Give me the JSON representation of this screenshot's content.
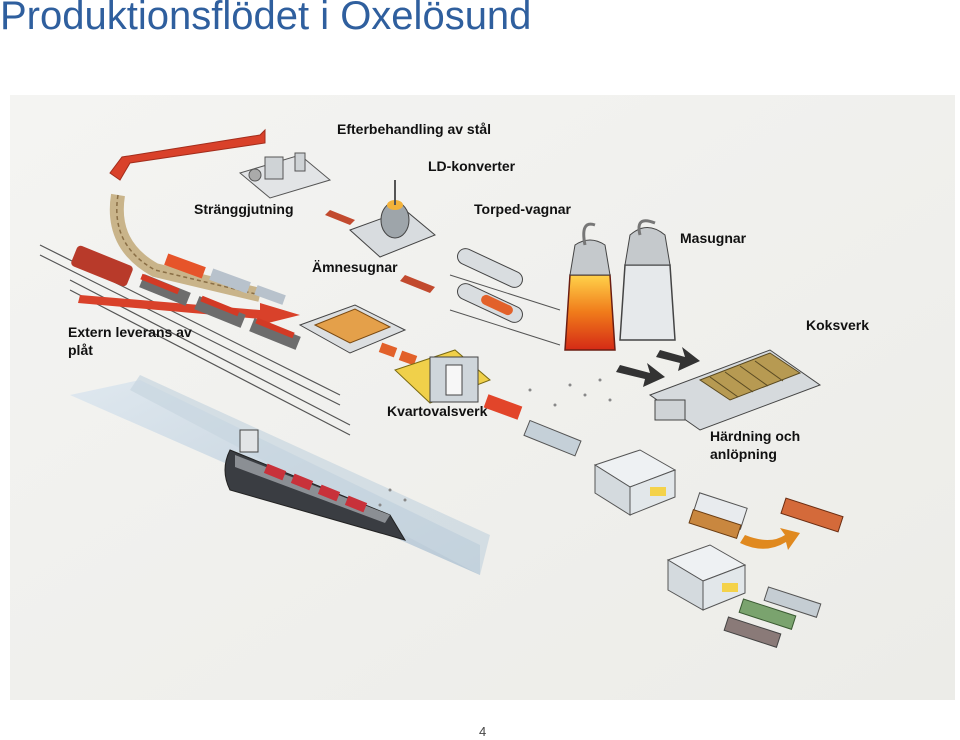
{
  "title": "Produktionsflödet i Oxelösund",
  "labels": {
    "efterbehandling": "Efterbehandling av stål",
    "ld_konverter": "LD-konverter",
    "stranggjutning": "Stränggjutning",
    "torped_vagnar": "Torped-vagnar",
    "masugnar": "Masugnar",
    "amnesugnar": "Ämnesugnar",
    "extern_leverans": "Extern leverans av plåt",
    "koksverk": "Koksverk",
    "kvartovalsverk": "Kvartovalsverk",
    "hardning": "Härdning och anlöpning"
  },
  "page_number": "4",
  "colors": {
    "title": "#2f5f9e",
    "hot_steel": "#e0301e",
    "arrow_red": "#d9412a",
    "arrow_dark": "#333333",
    "slab_gray": "#b8c2cc",
    "hardened_plate": "#c9873f"
  }
}
